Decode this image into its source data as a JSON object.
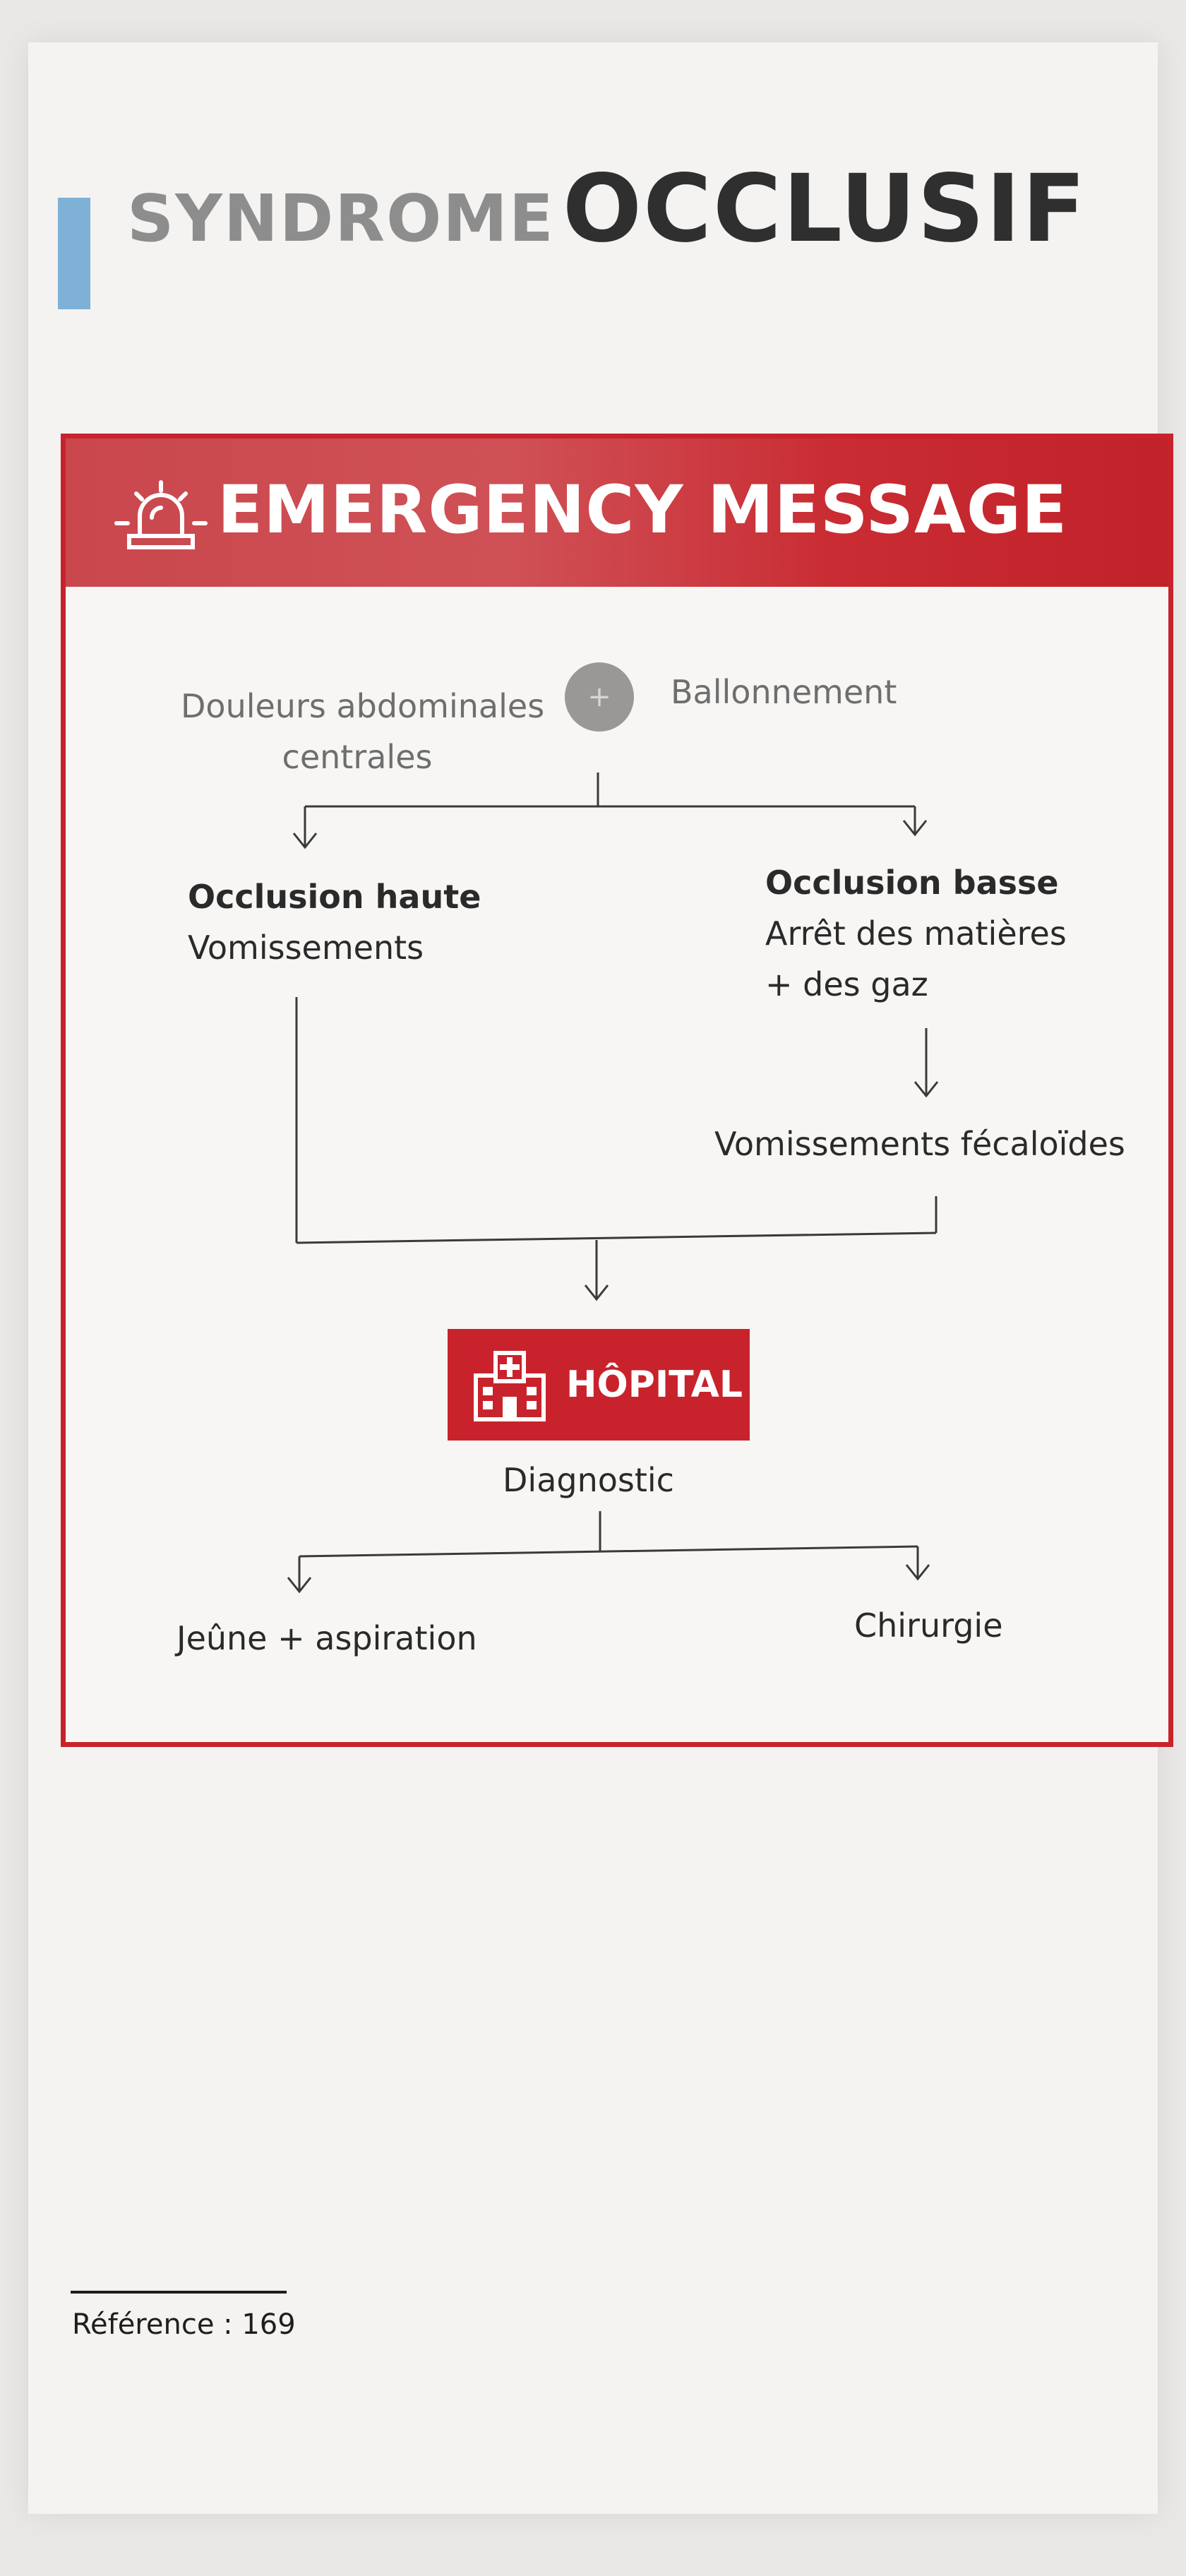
{
  "title": {
    "part1": "SYNDROME",
    "part2": "OCCLUSIF"
  },
  "emergency": {
    "heading": "EMERGENCY MESSAGE",
    "symptoms": {
      "left": [
        "Douleurs abdominales",
        "centrales"
      ],
      "plus": "+",
      "right": "Ballonnement"
    },
    "occlusion_haute": {
      "title": "Occlusion haute",
      "line": "Vomissements"
    },
    "occlusion_basse": {
      "title": "Occlusion basse",
      "lines": [
        "Arrêt des matières",
        "+ des gaz"
      ]
    },
    "vomissements_fecaloides": "Vomissements fécaloïdes",
    "hopital": "HÔPITAL",
    "diagnostic": "Diagnostic",
    "jeune": "Jeûne + aspiration",
    "chirurgie": "Chirurgie"
  },
  "reference": "Référence : 169",
  "colors": {
    "accent_red": "#c8232c",
    "title_bar_blue": "#7fb0d6"
  },
  "icons": [
    "alarm-icon",
    "hospital-icon",
    "arrow-down-icon"
  ]
}
